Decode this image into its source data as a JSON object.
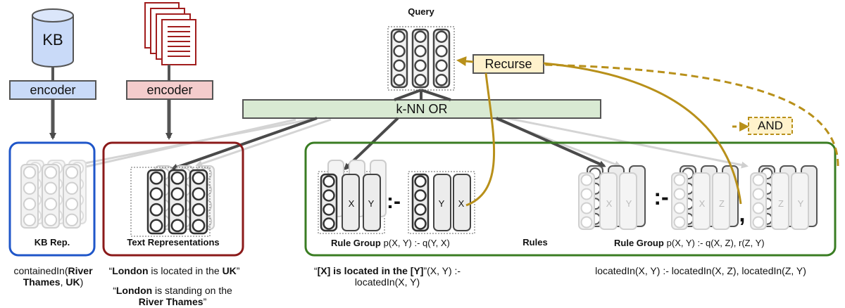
{
  "query": {
    "title": "Query"
  },
  "kb": {
    "cylinder_label": "KB",
    "encoder_label": "encoder",
    "rep_label": "KB Rep."
  },
  "text": {
    "encoder_label": "encoder",
    "rep_label": "Text Representations"
  },
  "knn": {
    "label": "k-NN OR"
  },
  "recurse": {
    "label": "Recurse"
  },
  "and": {
    "label": "AND"
  },
  "rules": {
    "title": "Rules",
    "group1": {
      "prefix": "Rule Group",
      "formula": "p(X, Y) :- q(Y, X)"
    },
    "group2": {
      "prefix": "Rule Group",
      "formula": "p(X, Y) :- q(X, Z), r(Z, Y)"
    },
    "neck1": ":-",
    "neck2": ":-",
    "comma": ","
  },
  "slot_letters": {
    "x": "X",
    "y": "Y",
    "z": "Z"
  },
  "examples": {
    "kb": {
      "part1": "containedIn(",
      "bold1": "River Thames",
      "part2": ", ",
      "bold2": "UK",
      "part3": ")"
    },
    "text1": {
      "q1": "“",
      "bold1": "London",
      "mid": " is located in the ",
      "bold2": "UK",
      "q2": "”"
    },
    "text2": {
      "q1": "“",
      "bold1": "London",
      "mid": " is standing on the ",
      "bold2": "River Thames",
      "q2": "”"
    },
    "rule1": {
      "q1": "“",
      "bold": "[X] is located in the [Y]",
      "rest": "”(X, Y) :- locatedIn(X, Y)"
    },
    "rule2": {
      "text": "locatedIn(X, Y) :- locatedIn(X, Z), locatedIn(Z, Y)"
    }
  },
  "colors": {
    "kb_blue": "#1f56c9",
    "text_red": "#8b1a1a",
    "rules_green": "#3a7d23",
    "gold": "#b8901a",
    "encoder_blue_fill": "#c9daf8",
    "encoder_red_fill": "#f4cccc",
    "knn_fill": "#d9ead3",
    "recurse_fill": "#fff2cc",
    "arrow_dark": "#4a4a4a",
    "arrow_light": "#cccccc"
  }
}
